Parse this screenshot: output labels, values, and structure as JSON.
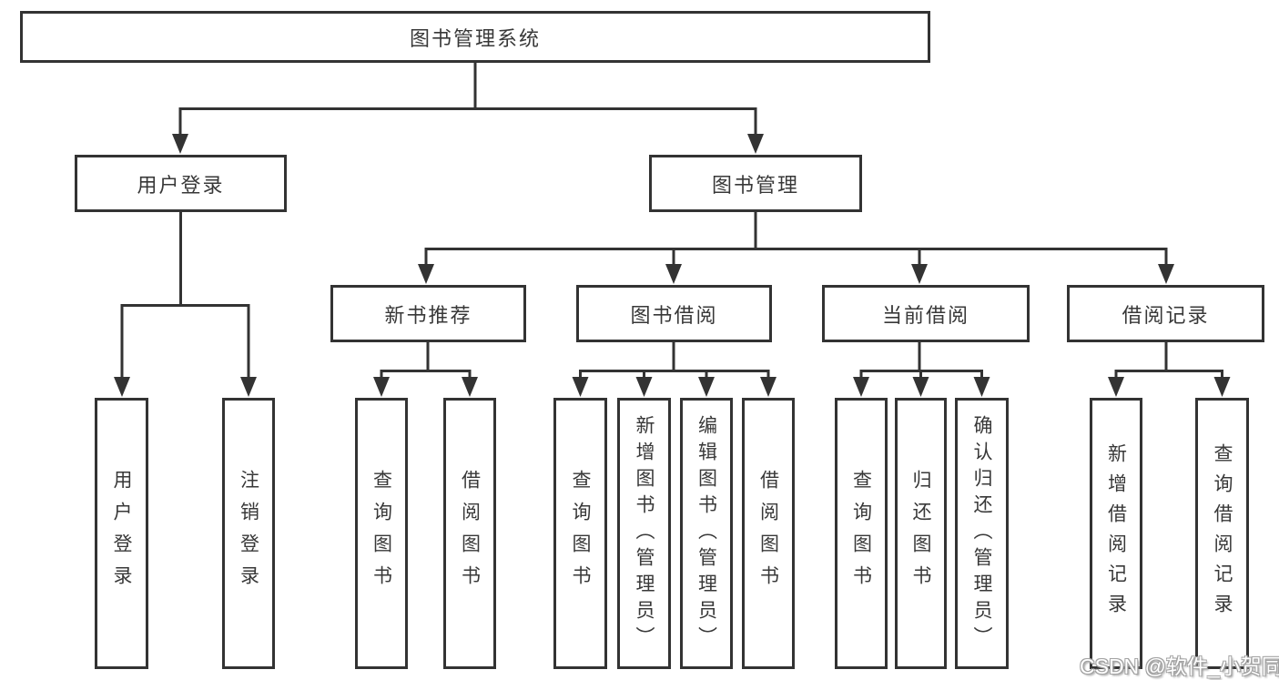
{
  "diagram": {
    "root": {
      "label": "图书管理系统",
      "children": [
        {
          "label": "用户登录",
          "children": [
            {
              "label": "用户登录"
            },
            {
              "label": "注销登录"
            }
          ]
        },
        {
          "label": "图书管理",
          "children": [
            {
              "label": "新书推荐",
              "children": [
                {
                  "label": "查询图书"
                },
                {
                  "label": "借阅图书"
                }
              ]
            },
            {
              "label": "图书借阅",
              "children": [
                {
                  "label": "查询图书"
                },
                {
                  "label": "新增图书（管理员）"
                },
                {
                  "label": "编辑图书（管理员）"
                },
                {
                  "label": "借阅图书"
                }
              ]
            },
            {
              "label": "当前借阅",
              "children": [
                {
                  "label": "查询图书"
                },
                {
                  "label": "归还图书"
                },
                {
                  "label": "确认归还（管理员）"
                }
              ]
            },
            {
              "label": "借阅记录",
              "children": [
                {
                  "label": "新增借阅记录"
                },
                {
                  "label": "查询借阅记录"
                }
              ]
            }
          ]
        }
      ]
    }
  },
  "watermark": "CSDN @软件_小贺同学",
  "colors": {
    "line": "#333333",
    "text": "#383838",
    "box_fill": "#ffffff",
    "background": "#ffffff",
    "watermark_fill": "#ffffff",
    "watermark_outline": "#a2a2a2"
  }
}
